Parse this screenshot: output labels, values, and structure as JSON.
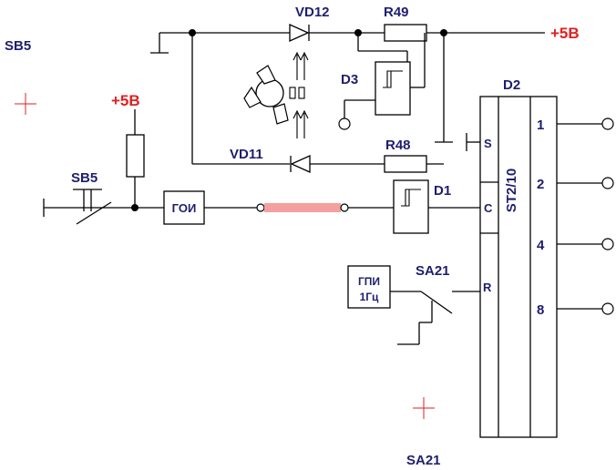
{
  "labels": {
    "sb5_top": "SB5",
    "sb5_switch": "SB5",
    "plus5v_left": "+5B",
    "plus5v_right": "+5B",
    "vd12": "VD12",
    "vd11": "VD11",
    "r49": "R49",
    "r48": "R48",
    "d3": "D3",
    "d2": "D2",
    "d1": "D1",
    "goi": "ГОИ",
    "gpi_line1": "ГПИ",
    "gpi_line2": "1Гц",
    "sa21_switch": "SA21",
    "sa21_bottom": "SA21",
    "counter": "ST2/10",
    "pin_s": "S",
    "pin_c": "C",
    "pin_r": "R",
    "out_1": "1",
    "out_2": "2",
    "out_4": "4",
    "out_8": "8"
  },
  "colors": {
    "label": "#1e1e6e",
    "supply": "#e02020",
    "optical_link": "#f4a0a0",
    "wire": "#000000"
  }
}
